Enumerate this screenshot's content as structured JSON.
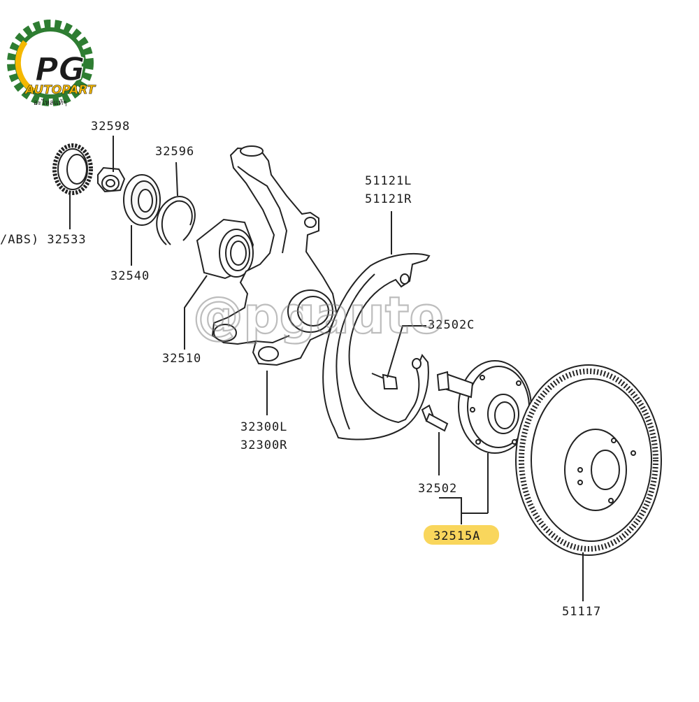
{
  "logo": {
    "mark": "PG",
    "name": "AUTOPART",
    "tagline": "อะไหล่แท้ๆ",
    "colors": {
      "gear": "#2e7d32",
      "accent": "#f5b800",
      "text": "#1b1b1b"
    }
  },
  "watermark": "@pgauto",
  "highlight_color": "#f9d65c",
  "parts": [
    {
      "number": "32598"
    },
    {
      "number": "32596"
    },
    {
      "number": "/ABS) 32533"
    },
    {
      "number": "32540"
    },
    {
      "number": "32510"
    },
    {
      "number": "51121L"
    },
    {
      "number": "51121R"
    },
    {
      "number": "32502C"
    },
    {
      "number": "32300L"
    },
    {
      "number": "32300R"
    },
    {
      "number": "32502"
    },
    {
      "number": "32515A",
      "highlighted": true
    },
    {
      "number": "51117"
    }
  ]
}
